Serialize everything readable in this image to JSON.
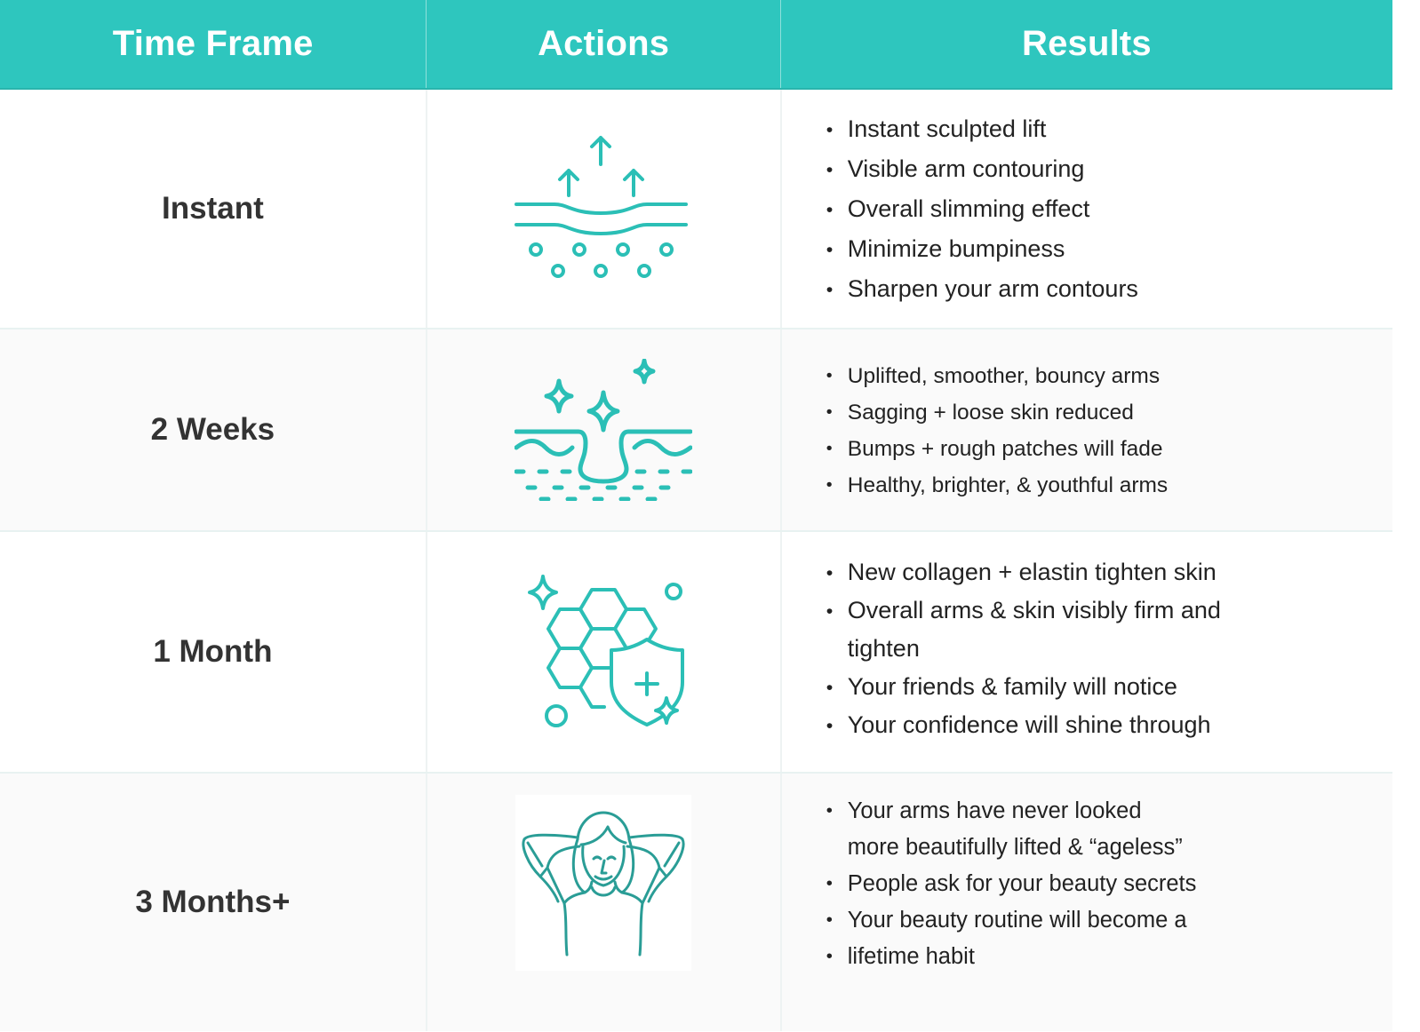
{
  "theme": {
    "header_bg": "#2ec6be",
    "icon_color": "#2bbfb6",
    "avatar_color": "#2a9d96",
    "text_color": "#222222"
  },
  "header": {
    "columns": [
      "Time Frame",
      "Actions",
      "Results"
    ]
  },
  "rows": [
    {
      "time_frame": "Instant",
      "action_icon": "skin-lift-arrows-icon",
      "results": [
        "Instant sculpted lift",
        "Visible arm contouring",
        "Overall slimming effect",
        "Minimize bumpiness",
        "Sharpen your arm contours"
      ]
    },
    {
      "time_frame": "2 Weeks",
      "action_icon": "skin-pore-sparkle-icon",
      "results": [
        "Uplifted, smoother, bouncy arms",
        "Sagging + loose skin reduced",
        "Bumps + rough patches will fade",
        "Healthy, brighter, & youthful arms"
      ]
    },
    {
      "time_frame": "1 Month",
      "action_icon": "collagen-shield-icon",
      "results": [
        "New collagen + elastin tighten skin",
        "Overall arms & skin visibly firm and",
        "tighten",
        "Your friends & family will notice",
        "Your confidence will shine through"
      ]
    },
    {
      "time_frame": "3 Months+",
      "action_icon": "relaxed-woman-icon",
      "results": [
        "Your arms have never looked",
        "more beautifully lifted & “ageless”",
        "People ask for your beauty secrets",
        "Your beauty routine will become a",
        "lifetime habit"
      ]
    }
  ]
}
